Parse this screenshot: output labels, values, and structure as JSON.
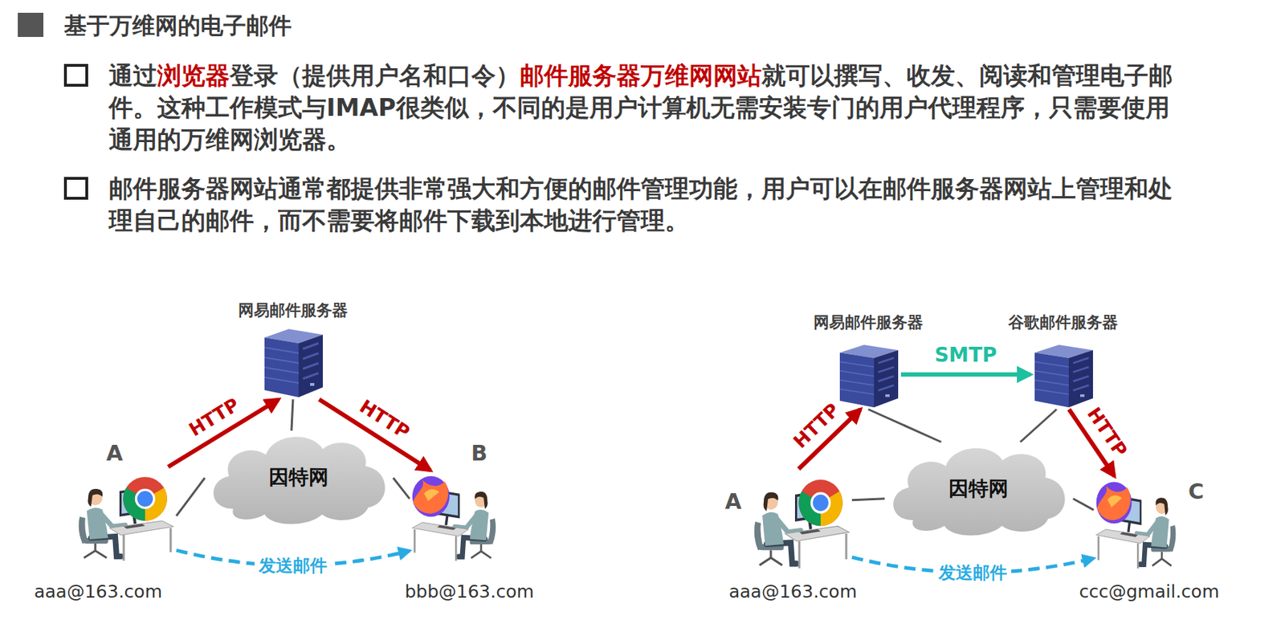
{
  "diagram": {
    "title": "基于万维网的电子邮件",
    "nodes": [
      {
        "text": [
          "网易邮件服务器"
        ]
      },
      {
        "text": [
          "因特网"
        ]
      },
      {
        "text": [
          "A",
          "aaa@163.com"
        ]
      },
      {
        "text": [
          "B",
          "bbb@163.com"
        ]
      },
      {
        "text": [
          "网易邮件服务器"
        ]
      },
      {
        "text": [
          "谷歌邮件服务器"
        ]
      },
      {
        "text": [
          "因特网"
        ]
      },
      {
        "text": [
          "A",
          "aaa@163.com"
        ]
      },
      {
        "text": [
          "C",
          "ccc@gmail.com"
        ]
      }
    ],
    "edges": [
      {
        "from": 2,
        "to": 0,
        "label": "HTTP",
        "arrow": "to"
      },
      {
        "from": 0,
        "to": 3,
        "label": "HTTP",
        "arrow": "to"
      },
      {
        "from": 2,
        "to": 3,
        "label": "发送邮件",
        "arrow": "to"
      },
      {
        "from": 0,
        "to": 1,
        "arrow": "none"
      },
      {
        "from": 2,
        "to": 1,
        "arrow": "none"
      },
      {
        "from": 3,
        "to": 1,
        "arrow": "none"
      },
      {
        "from": 7,
        "to": 4,
        "label": "HTTP",
        "arrow": "to"
      },
      {
        "from": 4,
        "to": 5,
        "label": "SMTP",
        "arrow": "to"
      },
      {
        "from": 5,
        "to": 8,
        "label": "HTTP",
        "arrow": "to"
      },
      {
        "from": 7,
        "to": 8,
        "label": "发送邮件",
        "arrow": "to"
      },
      {
        "from": 4,
        "to": 6,
        "arrow": "none"
      },
      {
        "from": 5,
        "to": 6,
        "arrow": "none"
      },
      {
        "from": 7,
        "to": 6,
        "arrow": "none"
      },
      {
        "from": 8,
        "to": 6,
        "arrow": "none"
      }
    ],
    "labels": [
      "通过",
      "浏览器",
      "登录（提供用户名和口令）",
      "邮件服务器万维网网站",
      "就可以撰写、收发、阅读和管理电子邮件。这种工作模式与IMAP很类似，不同的是用户计算机无需安装专门的用户代理程序，只需要使用通用的万维网浏览器。",
      "邮件服务器网站通常都提供非常强大和方便的邮件管理功能，用户可以在邮件服务器网站上管理和处理自己的邮件，而不需要将邮件下载到本地进行管理。"
    ]
  }
}
